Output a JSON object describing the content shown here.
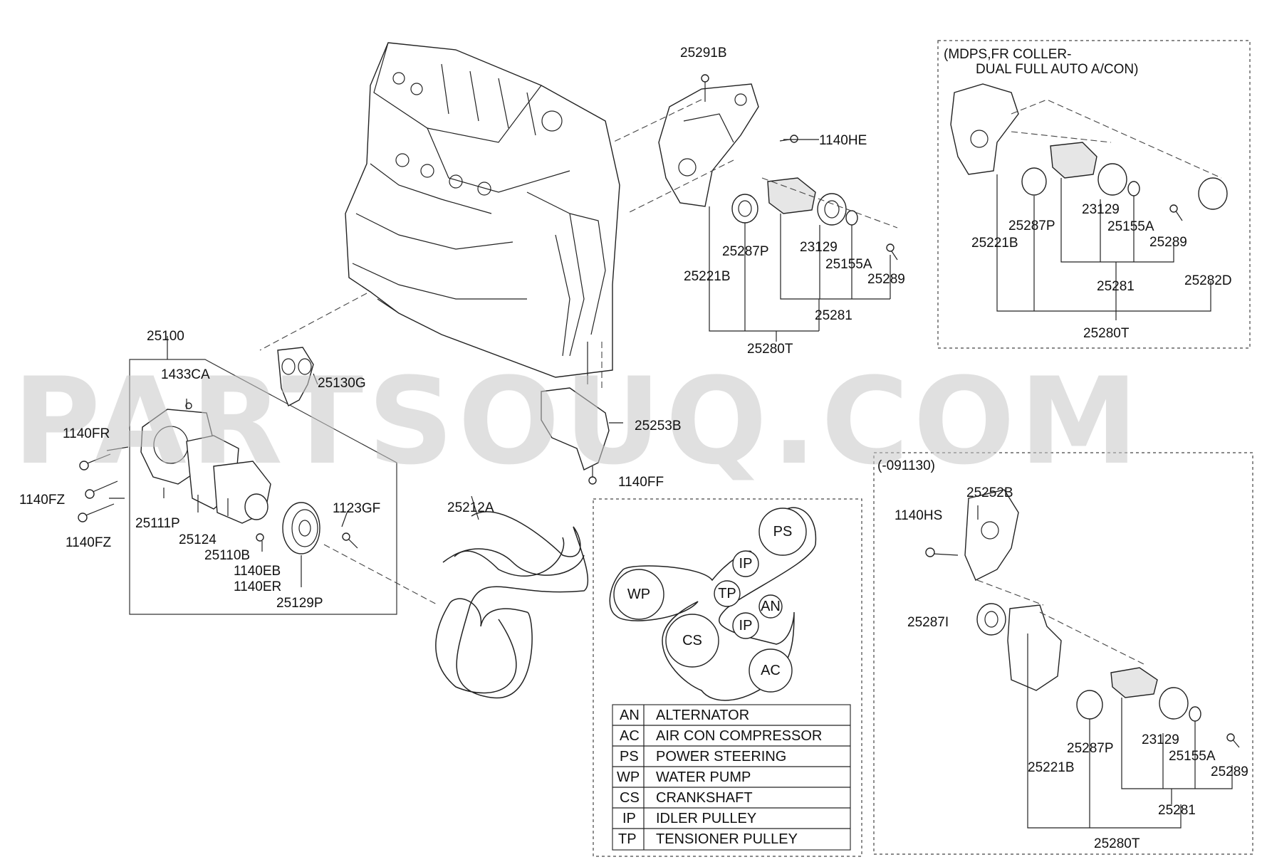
{
  "watermark": "PARTSOUQ.COM",
  "labels": {
    "p25291B": "25291B",
    "p1140HE": "1140HE",
    "p25287P_main": "25287P",
    "p23129_main": "23129",
    "p25155A_main": "25155A",
    "p25289_main": "25289",
    "p25221B_main": "25221B",
    "p25281_main": "25281",
    "p25280T_main": "25280T",
    "p25100": "25100",
    "p1433CA": "1433CA",
    "p25130G": "25130G",
    "p1140FR": "1140FR",
    "p1140FZ_a": "1140FZ",
    "p1140FZ_b": "1140FZ",
    "p25111P": "25111P",
    "p25124": "25124",
    "p25110B": "25110B",
    "p1140EB": "1140EB",
    "p1140ER": "1140ER",
    "p25129P": "25129P",
    "p1123GF": "1123GF",
    "p25253B": "25253B",
    "p1140FF": "1140FF",
    "p25212A": "25212A"
  },
  "mdps_box": {
    "note_line1": "(MDPS,FR COLLER-",
    "note_line2": "DUAL FULL AUTO A/CON)",
    "p25221B": "25221B",
    "p25287P": "25287P",
    "p23129": "23129",
    "p25155A": "25155A",
    "p25289": "25289",
    "p25281": "25281",
    "p25282D": "25282D",
    "p25280T": "25280T"
  },
  "early_box": {
    "note": "(-091130)",
    "p25252B": "25252B",
    "p1140HS": "1140HS",
    "p25287I": "25287I",
    "p25287P": "25287P",
    "p23129": "23129",
    "p25155A": "25155A",
    "p25289": "25289",
    "p25221B": "25221B",
    "p25281": "25281",
    "p25280T": "25280T"
  },
  "belt_layout": {
    "pulleys": {
      "PS": "PS",
      "IP_top": "IP",
      "WP": "WP",
      "TP": "TP",
      "AN": "AN",
      "IP_mid": "IP",
      "CS": "CS",
      "AC": "AC"
    },
    "legend": [
      {
        "code": "AN",
        "name": "ALTERNATOR"
      },
      {
        "code": "AC",
        "name": "AIR CON COMPRESSOR"
      },
      {
        "code": "PS",
        "name": "POWER STEERING"
      },
      {
        "code": "WP",
        "name": "WATER PUMP"
      },
      {
        "code": "CS",
        "name": "CRANKSHAFT"
      },
      {
        "code": "IP",
        "name": "IDLER PULLEY"
      },
      {
        "code": "TP",
        "name": "TENSIONER PULLEY"
      }
    ]
  }
}
